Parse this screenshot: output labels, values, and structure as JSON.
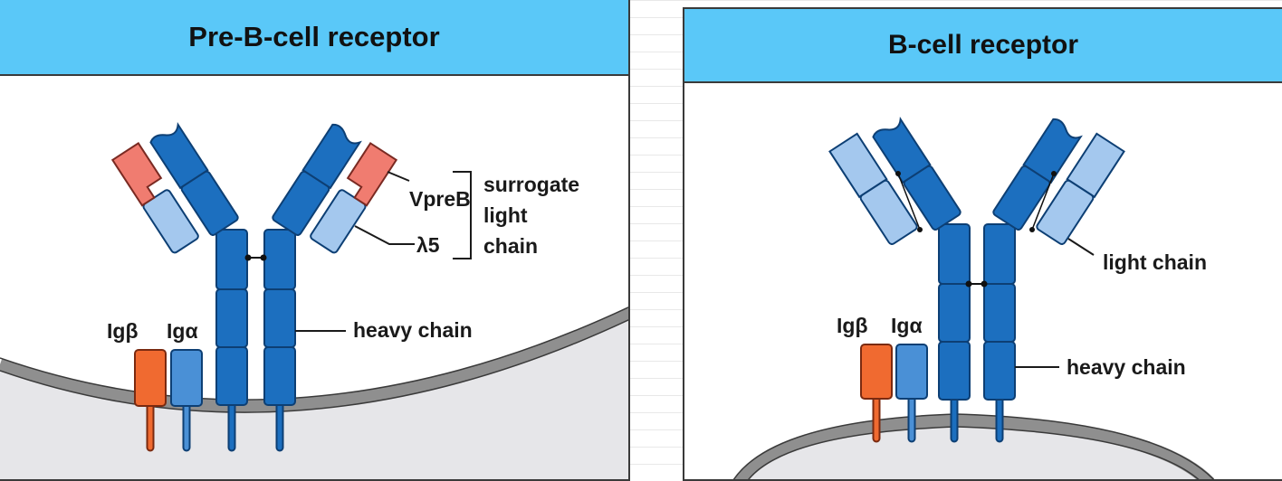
{
  "pre_b_panel": {
    "title": "Pre-B-cell receptor",
    "labels": {
      "vpreb": "VpreB",
      "lambda5": "λ5",
      "surrogate_light_chain": [
        "surrogate",
        "light",
        "chain"
      ],
      "heavy_chain": "heavy chain",
      "ig_beta": "Igβ",
      "ig_alpha": "Igα"
    }
  },
  "b_cell_panel": {
    "title": "B-cell receptor",
    "labels": {
      "light_chain": "light chain",
      "heavy_chain": "heavy chain",
      "ig_beta": "Igβ",
      "ig_alpha": "Igα"
    }
  },
  "colors": {
    "header": "#5ac8f8",
    "heavy_chain": "#1c6fbf",
    "light_chain": "#a4c8ee",
    "vpreb": "#f07c70",
    "ig_beta": "#f06a30",
    "ig_alpha": "#4a90d6",
    "membrane": "#8f8f8f",
    "cytoplasm": "#e6e6e9"
  }
}
